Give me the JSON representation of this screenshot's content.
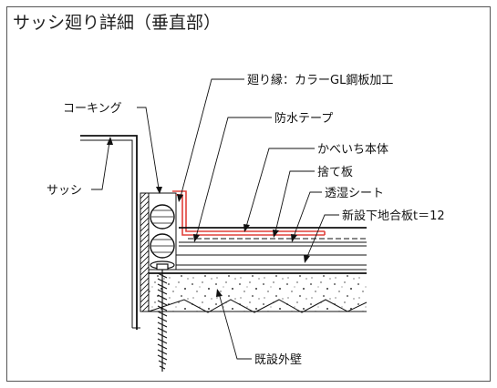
{
  "title": "サッシ廻り詳細（垂直部）",
  "labels": {
    "mawari_en": "廻り縁：カラーGL鋼板加工",
    "bousui_tape": "防水テープ",
    "caulking": "コーキング",
    "kabe_ichi": "かべいち本体",
    "sute_ita": "捨て板",
    "toushitsu_sheet": "透湿シート",
    "shinsetsu_shitaji": "新設下地合板t＝12",
    "sash": "サッシ",
    "kisetsu_gaiheki": "既設外壁"
  },
  "colors": {
    "line": "#111111",
    "accent_red": "#e0403a",
    "frame": "#555555",
    "background": "#ffffff"
  }
}
